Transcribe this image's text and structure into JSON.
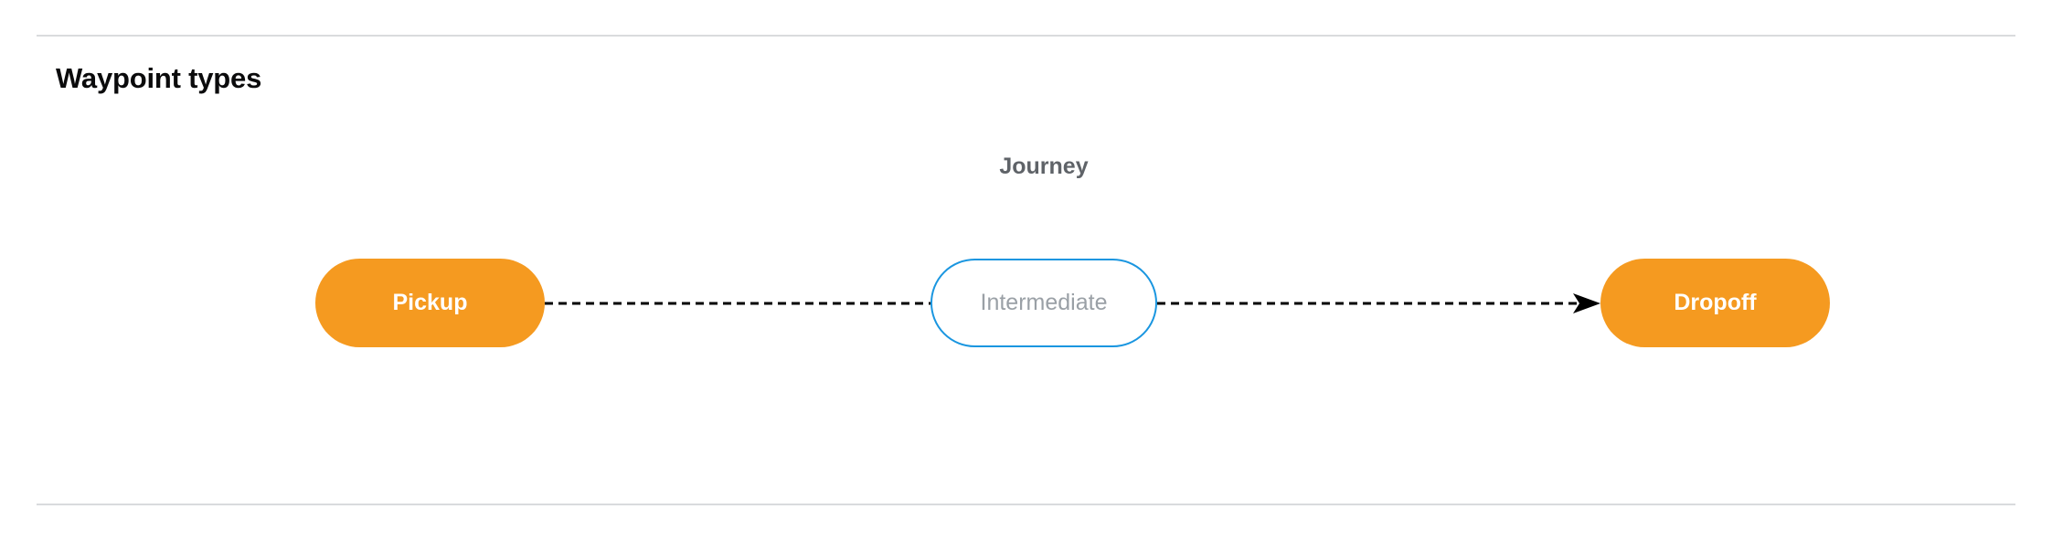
{
  "section": {
    "title": "Waypoint types"
  },
  "diagram": {
    "caption": "Journey",
    "nodes": [
      {
        "id": "pickup",
        "label": "Pickup",
        "kind": "terminal",
        "fill": "#f59a20",
        "text_color": "#ffffff"
      },
      {
        "id": "intermediate",
        "label": "Intermediate",
        "kind": "intermediate",
        "fill": "#ffffff",
        "border_color": "#1a96e0",
        "text_color": "#9aa0a6"
      },
      {
        "id": "dropoff",
        "label": "Dropoff",
        "kind": "terminal",
        "fill": "#f59a20",
        "text_color": "#ffffff"
      }
    ],
    "connectors": [
      {
        "id": "pickup-intermediate",
        "from": "pickup",
        "to": "intermediate",
        "style": "dashed",
        "color": "#000000",
        "arrowhead": false
      },
      {
        "id": "intermediate-dropoff",
        "from": "intermediate",
        "to": "dropoff",
        "style": "dashed",
        "color": "#000000",
        "arrowhead": true
      }
    ]
  },
  "colors": {
    "rule": "#d9dbdd",
    "title": "#0b0b0c",
    "caption": "#5f6368",
    "accent_orange": "#f59a20",
    "accent_blue": "#1a96e0",
    "muted_text": "#9aa0a6",
    "background": "#ffffff"
  }
}
